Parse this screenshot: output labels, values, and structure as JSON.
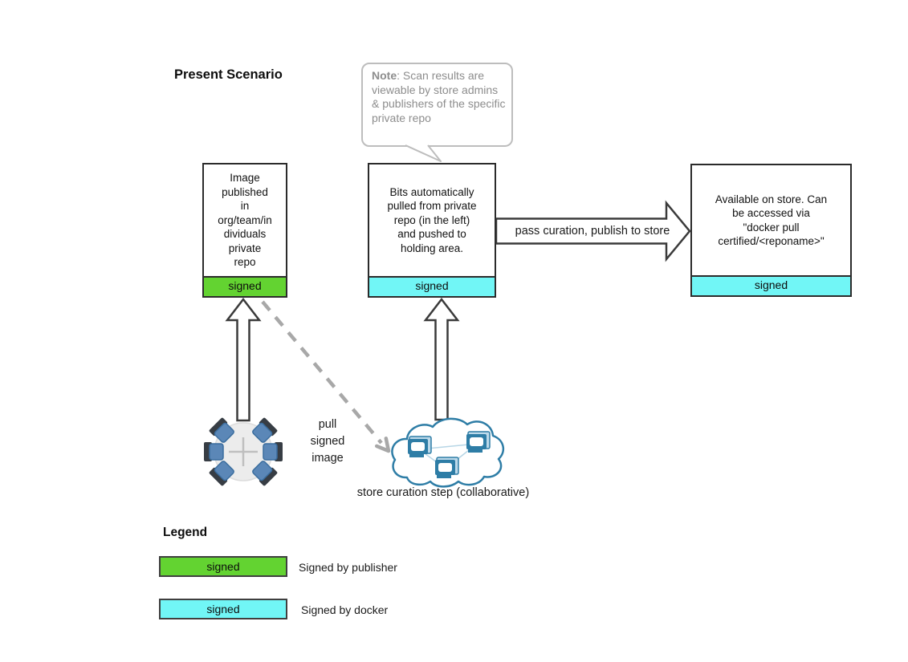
{
  "title": "Present Scenario",
  "note": {
    "prefix": "Note",
    "body": ": Scan results are viewable by store admins & publishers of the specific private repo"
  },
  "boxes": {
    "private_repo": {
      "text": "Image\npublished\nin\norg/team/in\ndividuals\nprivate\nrepo",
      "signed_label": "signed"
    },
    "holding_area": {
      "text": "Bits automatically\npulled from private\nrepo (in the left)\nand pushed to\nholding area.",
      "signed_label": "signed"
    },
    "store": {
      "text": "Available on store. Can\nbe accessed via\n\"docker pull\ncertified/<reponame>\"",
      "signed_label": "signed"
    }
  },
  "arrows": {
    "publish": {
      "label": "pass curation, publish to store"
    },
    "pull": {
      "label": "pull\nsigned\nimage"
    }
  },
  "captions": {
    "curation": "store curation step (collaborative)"
  },
  "legend": {
    "heading": "Legend",
    "items": [
      {
        "swatch": "signed",
        "color": "#63d331",
        "label": "Signed by publisher"
      },
      {
        "swatch": "signed",
        "color": "#71f6f6",
        "label": "Signed by docker"
      }
    ]
  },
  "colors": {
    "publisher_signed": "#63d331",
    "docker_signed": "#71f6f6",
    "node_border": "#2b2b2b",
    "note_gray": "#8d8d8d",
    "dashed_arrow_gray": "#a8a8a8",
    "cloud_blue": "#2e7da6"
  },
  "icons": {
    "team_table": "round-table-with-chairs-icon",
    "curation_cloud": "cloud-computers-network-icon"
  }
}
